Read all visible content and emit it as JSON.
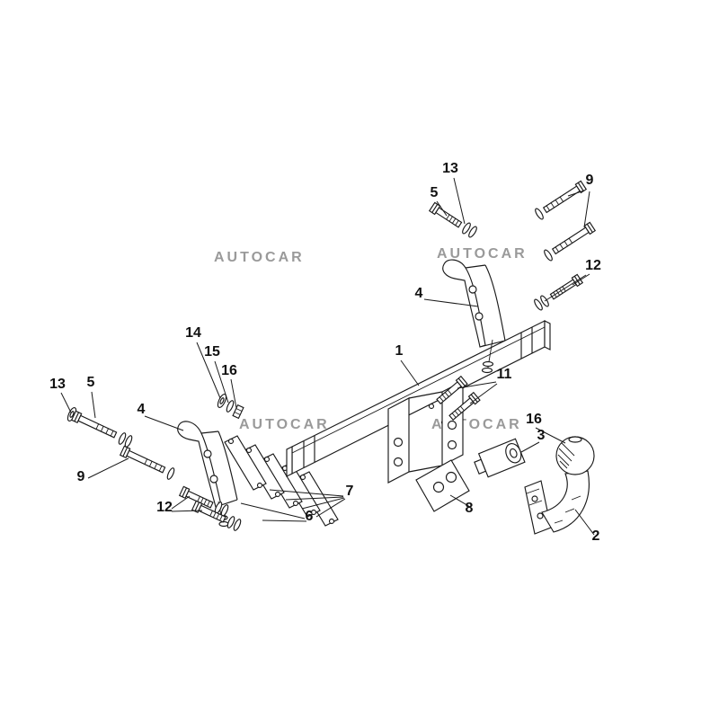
{
  "colors": {
    "background": "#ffffff",
    "line": "#1a1a1a",
    "watermark": "#9a9a9a",
    "label": "#111111"
  },
  "diagram": {
    "type": "exploded-parts-drawing",
    "subject": "tow bar (trailer hitch) assembly",
    "watermark": "AUTOCAR",
    "labels": {
      "top_13": "13",
      "top_5": "5",
      "top_9": "9",
      "right_12": "12",
      "top_4": "4",
      "n14": "14",
      "n15": "15",
      "left_16": "16",
      "left_13": "13",
      "left_5": "5",
      "left_4": "4",
      "n1": "1",
      "n11": "11",
      "left_9": "9",
      "right_16": "16",
      "n3": "3",
      "left_12": "12",
      "n6": "6",
      "n7": "7",
      "n8": "8",
      "n2": "2"
    }
  }
}
